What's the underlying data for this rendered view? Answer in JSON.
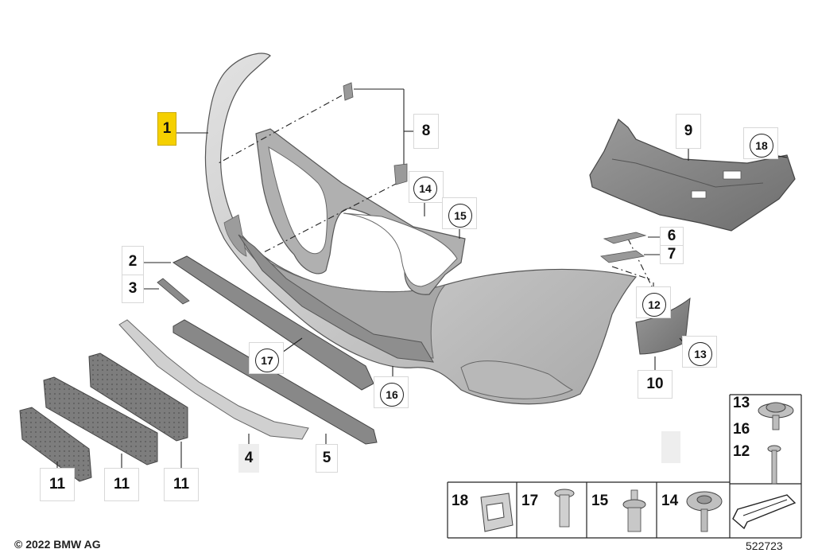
{
  "diagram": {
    "callouts": {
      "c1": "1",
      "c2": "2",
      "c3": "3",
      "c4": "4",
      "c5": "5",
      "c6": "6",
      "c7": "7",
      "c8": "8",
      "c9": "9",
      "c10": "10",
      "c11a": "11",
      "c11b": "11",
      "c11c": "11"
    },
    "circled": {
      "r18": "18",
      "r14": "14",
      "r15": "15",
      "r12": "12",
      "r13": "13",
      "r17": "17",
      "r16": "16"
    }
  },
  "legend": {
    "right": {
      "l13": "13",
      "l16": "16",
      "l12": "12"
    },
    "bottom": {
      "l18": "18",
      "l17": "17",
      "l15": "15",
      "l14": "14"
    }
  },
  "footer": {
    "copyright": "© 2022 BMW AG",
    "diagram_number": "522723"
  },
  "colors": {
    "part_fill": "#c9c9c9",
    "part_dark": "#8d8d8d",
    "outline": "#555555",
    "highlight": "#f5d000"
  }
}
